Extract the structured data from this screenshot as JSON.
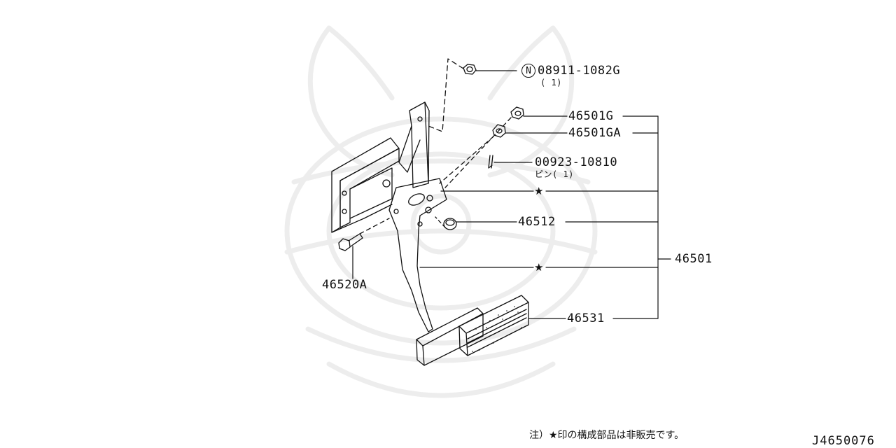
{
  "diagram": {
    "figure_number": "J4650076",
    "footnote": "注）★印の構成部品は非販売です。",
    "star_symbol": "★",
    "parts": [
      {
        "id": "nut",
        "number": "08911-1082G",
        "qualifier_mark": "N",
        "quantity": "( 1)"
      },
      {
        "id": "bushing-1",
        "number": "46501G"
      },
      {
        "id": "bushing-2",
        "number": "46501GA"
      },
      {
        "id": "pin",
        "number": "00923-10810",
        "sub_label": "ピン( 1)"
      },
      {
        "id": "stopper",
        "number": "46512"
      },
      {
        "id": "assembly",
        "number": "46501"
      },
      {
        "id": "bolt",
        "number": "46520A"
      },
      {
        "id": "pedal-pad",
        "number": "46531"
      }
    ]
  }
}
